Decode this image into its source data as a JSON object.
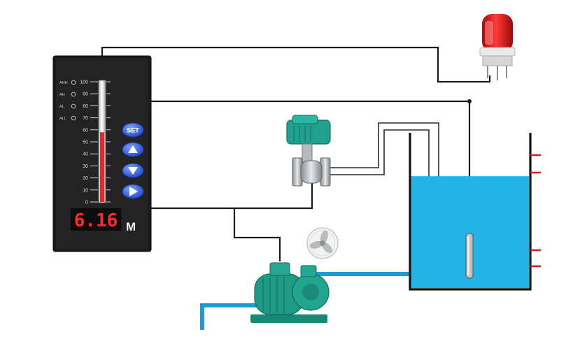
{
  "controller": {
    "reading": "6.16",
    "unit": "M",
    "level_percent": 58,
    "scale": [
      "100",
      "90",
      "80",
      "70",
      "60",
      "50",
      "40",
      "30",
      "20",
      "10",
      "0"
    ],
    "alarms": [
      "AHH",
      "AH",
      "AL",
      "ALL"
    ],
    "set_label": "SET"
  },
  "colors": {
    "water": "#23b4e6",
    "pipe": "#1e9bd7",
    "bar": "#e62828",
    "panel": "#1b1b1b",
    "button": "#2a5fe0",
    "equipment": "#1f9a85",
    "beacon": "#e01414"
  },
  "tank": {
    "water_level_fraction": 0.72
  },
  "icons": [
    "beacon-light-icon",
    "electric-valve-icon",
    "pump-icon",
    "fan-icon",
    "level-probe-icon",
    "triangle-up-icon",
    "triangle-down-icon",
    "triangle-right-icon"
  ]
}
